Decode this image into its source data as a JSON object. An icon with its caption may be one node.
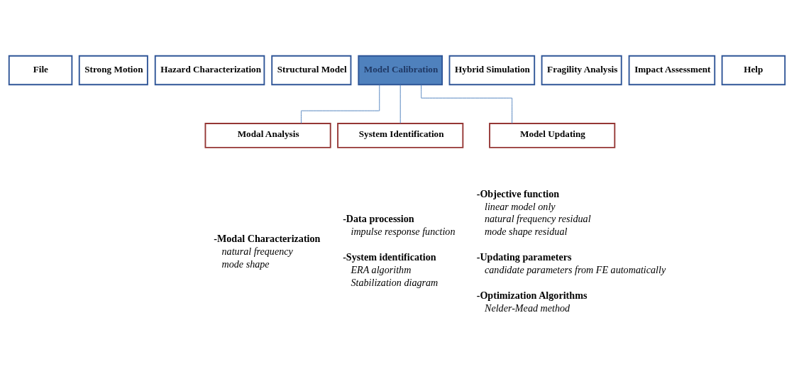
{
  "diagram": {
    "nodes": [
      {
        "text": [
          "File"
        ]
      },
      {
        "text": [
          "Strong Motion"
        ]
      },
      {
        "text": [
          "Hazard Characterization"
        ]
      },
      {
        "text": [
          "Structural Model"
        ]
      },
      {
        "text": [
          "Model Calibration"
        ]
      },
      {
        "text": [
          "Hybrid Simulation"
        ]
      },
      {
        "text": [
          "Fragility Analysis"
        ]
      },
      {
        "text": [
          "Impact Assessment"
        ]
      },
      {
        "text": [
          "Help"
        ]
      },
      {
        "text": [
          "Modal Analysis"
        ],
        "beside": [
          "-Modal Characterization",
          "natural frequency",
          "mode shape"
        ]
      },
      {
        "text": [
          "System Identification"
        ],
        "beside": [
          "-Data procession",
          "impulse response function",
          "-System identification",
          "ERA algorithm",
          "Stabilization diagram"
        ]
      },
      {
        "text": [
          "Model Updating"
        ],
        "beside": [
          "-Objective function",
          "linear model only",
          "natural frequency residual",
          "mode shape residual",
          "-Updating parameters",
          "candidate parameters from FE automatically",
          "-Optimization Algorithms",
          "Nelder-Mead method"
        ]
      }
    ],
    "edges": [
      {
        "from": 4,
        "to": 9,
        "arrow": "none"
      },
      {
        "from": 4,
        "to": 10,
        "arrow": "none"
      },
      {
        "from": 4,
        "to": 11,
        "arrow": "none"
      }
    ]
  }
}
